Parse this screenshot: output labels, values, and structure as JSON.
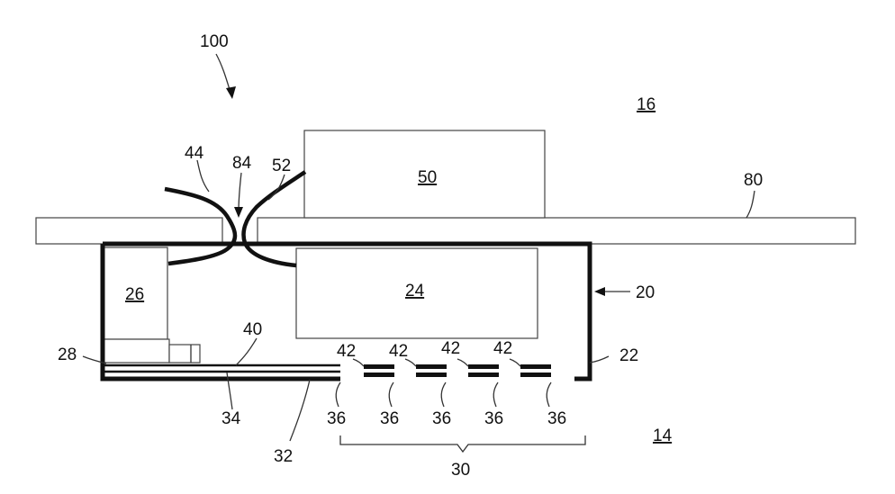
{
  "labels": {
    "assembly": "100",
    "outer_region": "16",
    "inner_region": "14",
    "plate": "80",
    "top_module": "50",
    "bottom_module": "24",
    "housing": "20",
    "end_tab": "22",
    "side_block": "26",
    "connector": "28",
    "floor_layer": "40",
    "floor_lower": "34",
    "floor_base": "32",
    "vent_group": "30",
    "cable_left": "44",
    "feedthrough": "84",
    "cable_right": "52",
    "vent_segment": "42",
    "vent_opening": "36"
  }
}
